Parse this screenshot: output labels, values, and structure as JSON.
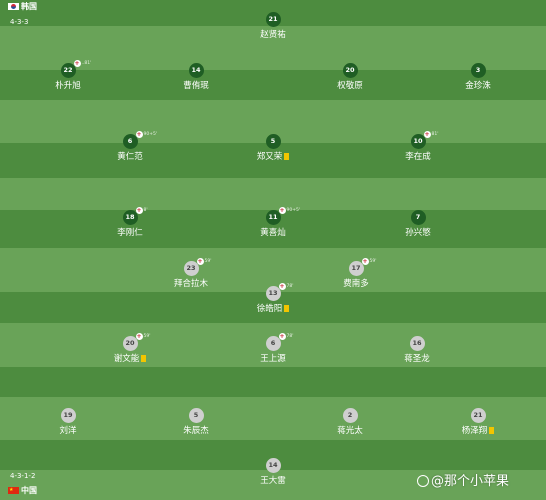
{
  "colors": {
    "stripe_light": "#69a358",
    "stripe_dark": "#4d8c3f",
    "korea_badge": "#1f5e24",
    "china_badge": "#cfcfcf",
    "yellow_card": "#f2c500"
  },
  "top_team": {
    "name": "韩国",
    "formation": "4-3-3"
  },
  "bottom_team": {
    "name": "中国",
    "formation": "4-3-1-2"
  },
  "korea_players": [
    {
      "number": "21",
      "name": "赵贤祐"
    },
    {
      "number": "22",
      "name": "朴升旭",
      "sub": true,
      "sub_time": "..81'"
    },
    {
      "number": "14",
      "name": "曹侑珉"
    },
    {
      "number": "20",
      "name": "权敬原"
    },
    {
      "number": "3",
      "name": "金珍洙"
    },
    {
      "number": "6",
      "name": "黄仁范",
      "sub": true,
      "sub_time": "90+5'"
    },
    {
      "number": "5",
      "name": "郑又荣",
      "yellow_card": true
    },
    {
      "number": "10",
      "name": "李在成",
      "sub": true,
      "sub_time": "81'"
    },
    {
      "number": "18",
      "name": "李刚仁",
      "sub": true,
      "sub_time": "8'"
    },
    {
      "number": "11",
      "name": "黄喜灿",
      "sub": true,
      "sub_time": "90+5'"
    },
    {
      "number": "7",
      "name": "孙兴慜"
    }
  ],
  "china_players": [
    {
      "number": "23",
      "name": "拜合拉木",
      "sub": true,
      "sub_time": "59'"
    },
    {
      "number": "17",
      "name": "费南多",
      "sub": true,
      "sub_time": "59'"
    },
    {
      "number": "13",
      "name": "徐皓阳",
      "sub": true,
      "sub_time": "78'",
      "yellow_card": true
    },
    {
      "number": "20",
      "name": "谢文能",
      "sub": true,
      "sub_time": "59'",
      "yellow_card": true
    },
    {
      "number": "6",
      "name": "王上源",
      "sub": true,
      "sub_time": "78'"
    },
    {
      "number": "16",
      "name": "蒋圣龙"
    },
    {
      "number": "19",
      "name": "刘洋"
    },
    {
      "number": "5",
      "name": "朱辰杰"
    },
    {
      "number": "2",
      "name": "蒋光太"
    },
    {
      "number": "21",
      "name": "杨泽翔",
      "yellow_card": true
    },
    {
      "number": "14",
      "name": "王大雷"
    }
  ],
  "watermark": {
    "text": "@那个小苹果",
    "icon": "weibo-icon"
  }
}
